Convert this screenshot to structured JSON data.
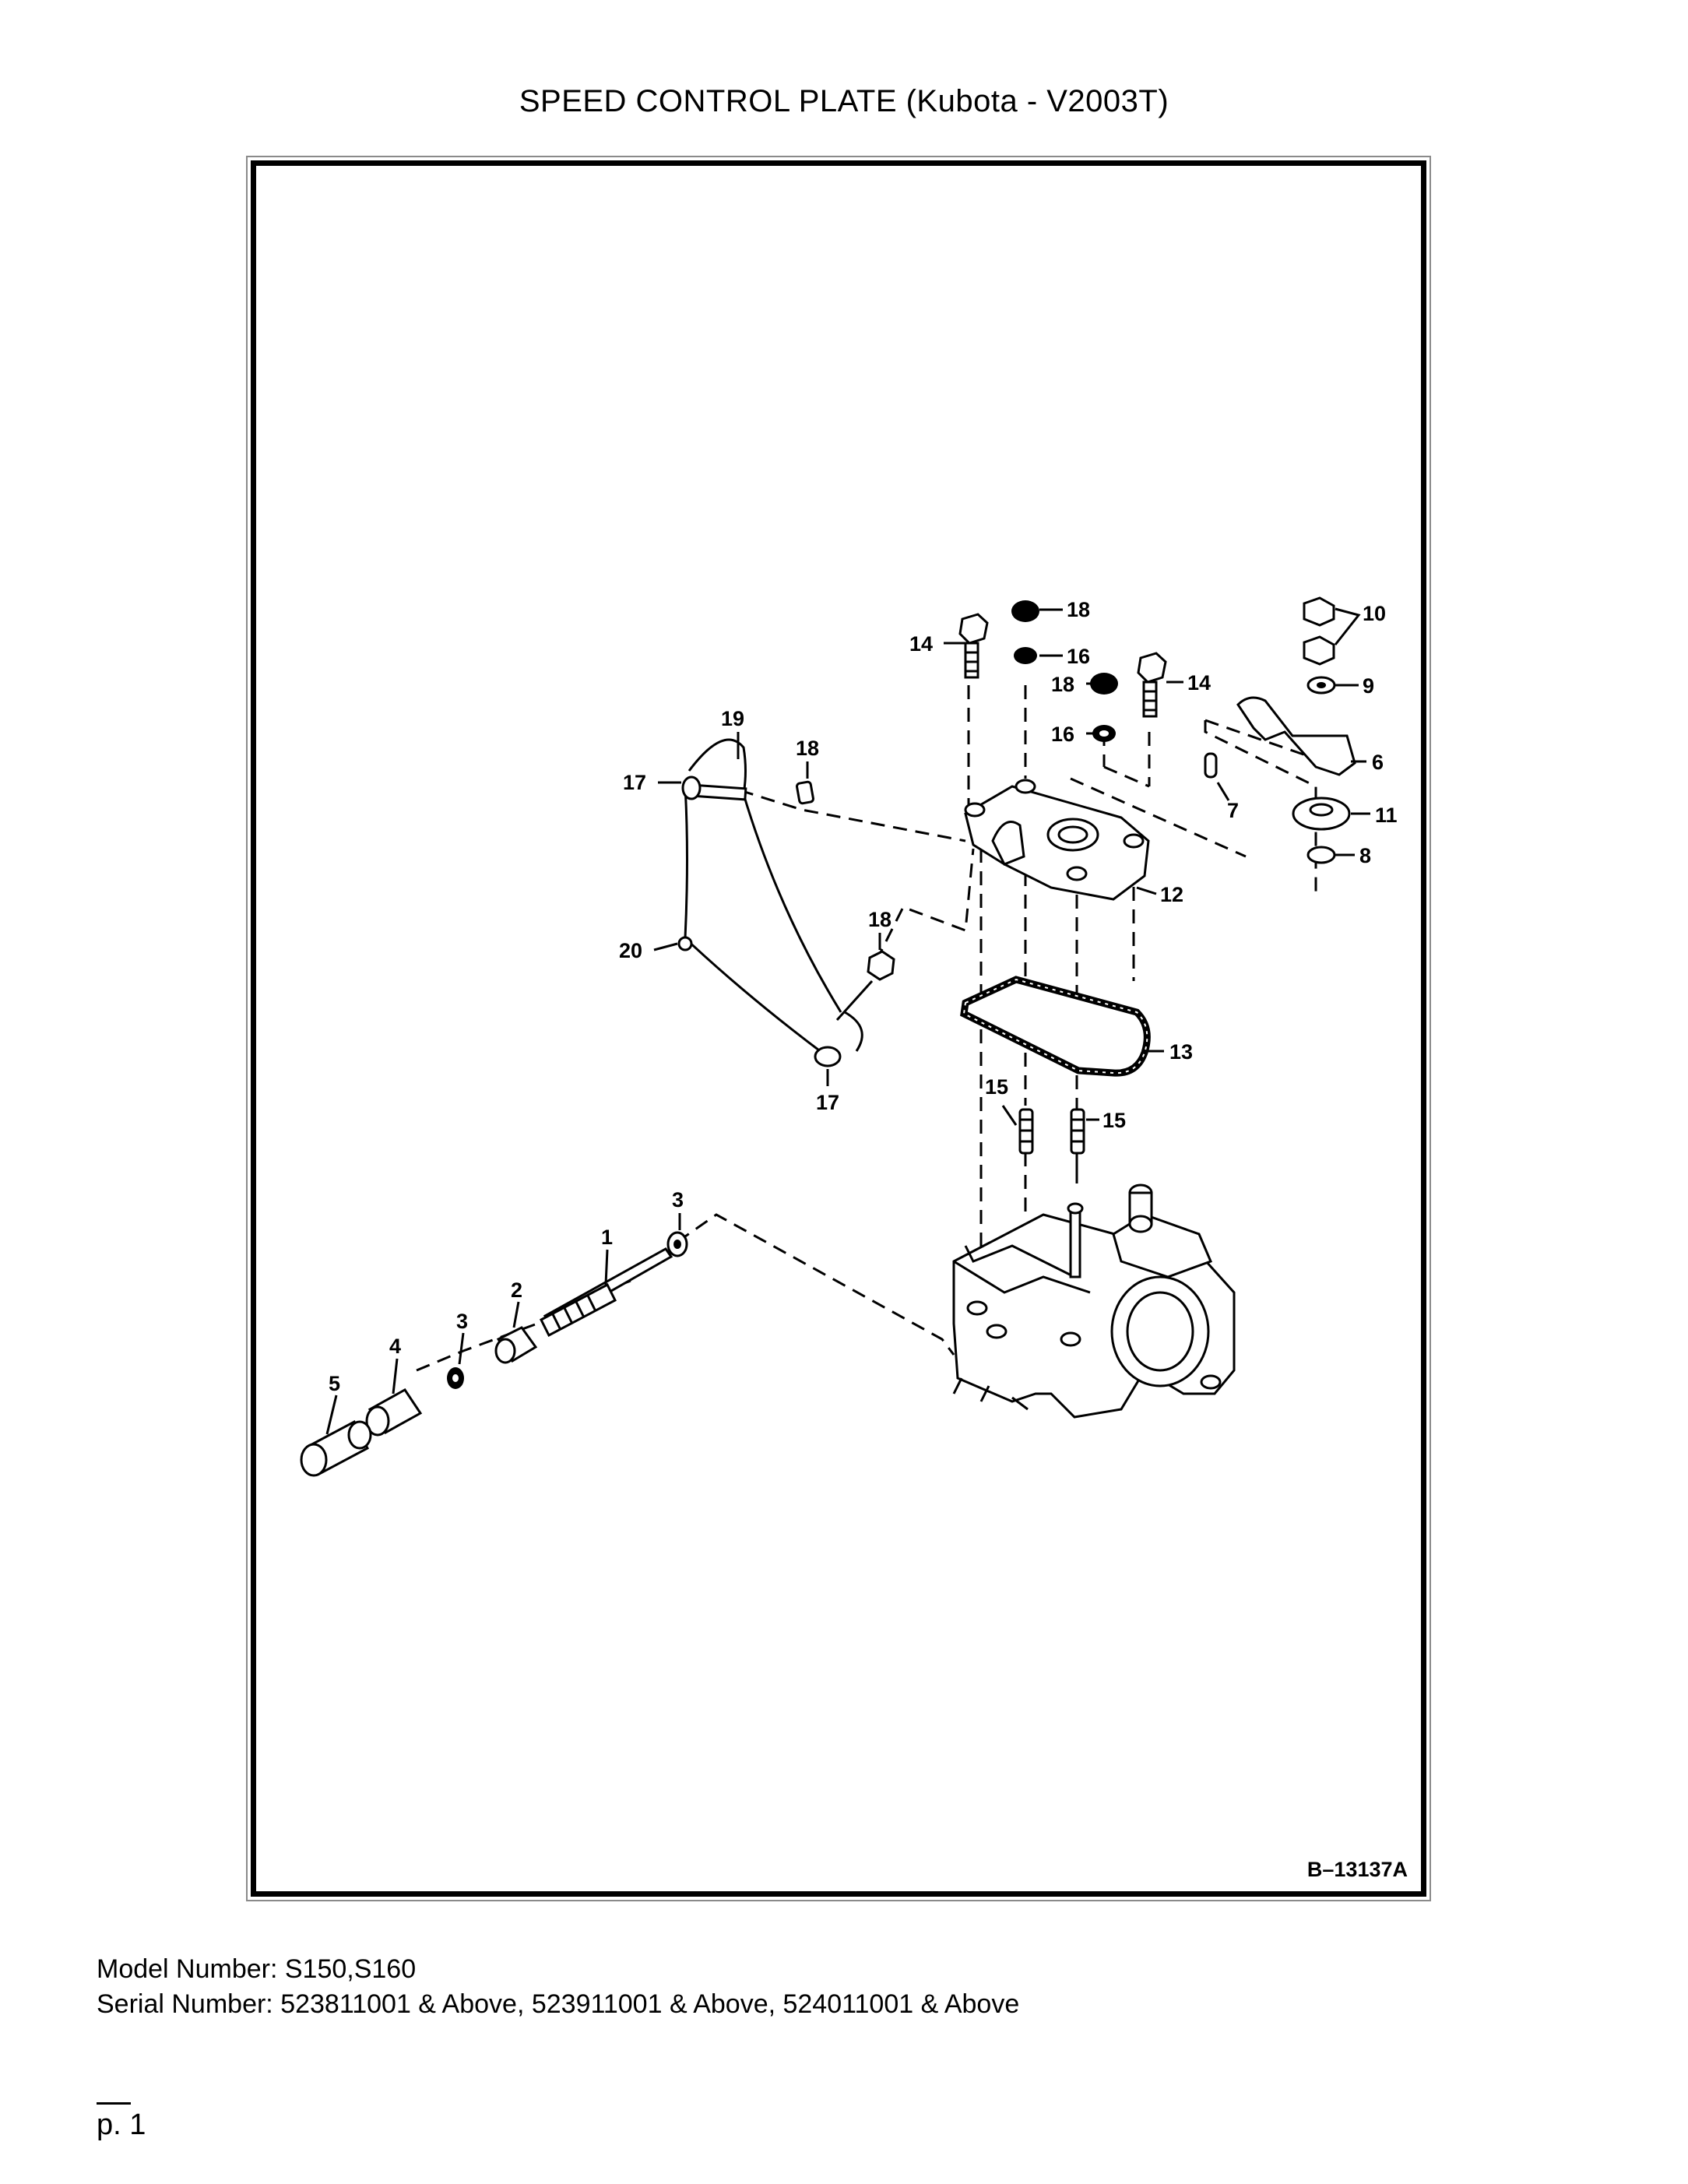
{
  "title": "SPEED CONTROL PLATE (Kubota - V2003T)",
  "figure_id": "B–13137A",
  "callouts": {
    "c1": "1",
    "c2": "2",
    "c3a": "3",
    "c3b": "3",
    "c4": "4",
    "c5": "5",
    "c6": "6",
    "c7": "7",
    "c8": "8",
    "c9": "9",
    "c10": "10",
    "c11": "11",
    "c12": "12",
    "c13": "13",
    "c14a": "14",
    "c14b": "14",
    "c15a": "15",
    "c15b": "15",
    "c16a": "16",
    "c16b": "16",
    "c17a": "17",
    "c17b": "17",
    "c18a": "18",
    "c18b": "18",
    "c18c": "18",
    "c18d": "18",
    "c19": "19",
    "c20": "20"
  },
  "footer": {
    "model": "Model Number: S150,S160",
    "serial": "Serial Number: 523811001 & Above, 523911001 & Above, 524011001 & Above",
    "page": "p. 1"
  }
}
